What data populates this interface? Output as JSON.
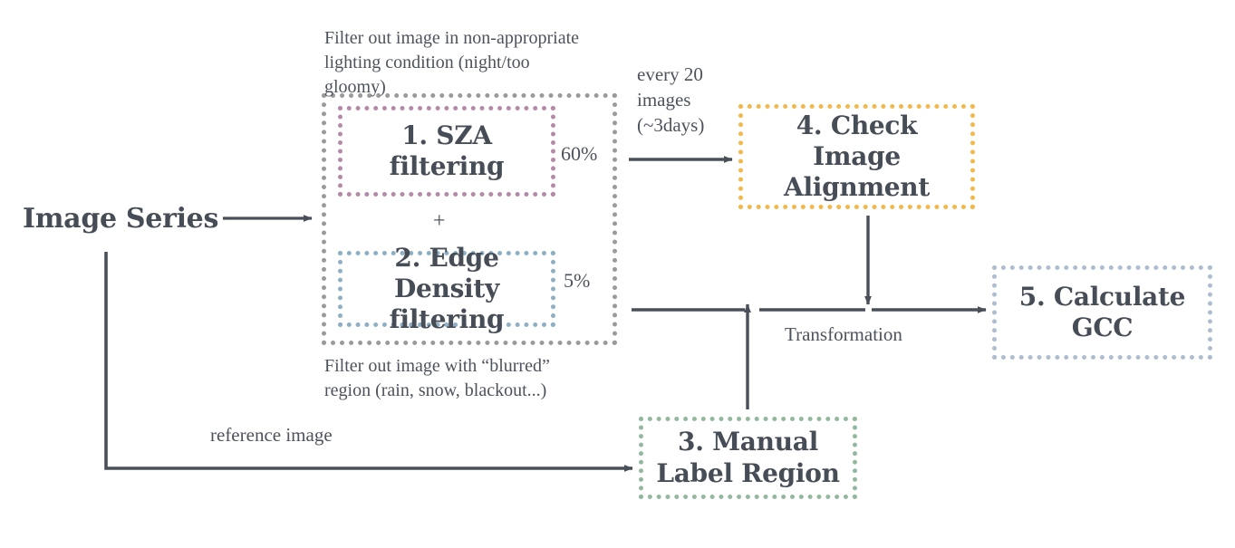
{
  "diagram": {
    "title": "Image Series Processing Pipeline",
    "background": "#ffffff",
    "arrow_color": "#4a5059",
    "text_color": "#4d535c",
    "heading_color": "#474d56"
  },
  "entry": {
    "label": "Image Series"
  },
  "group_filter": {
    "name": "filtering-group",
    "border_color": "#9a9a9a",
    "note_top": "Filter out image in non-appropriate lighting condition (night/too gloomy)",
    "note_bottom": "Filter out image with “blurred” region (rain, snow, blackout...)",
    "combiner": "+"
  },
  "nodes": [
    {
      "id": "sza",
      "label": "1. SZA filtering",
      "border_color": "#b58aa8",
      "pass_rate": "60%"
    },
    {
      "id": "edge",
      "label": "2. Edge Density filtering",
      "border_color": "#8fb0c4",
      "pass_rate": "5%"
    },
    {
      "id": "manual",
      "label": "3. Manual Label Region",
      "border_color": "#94b89f"
    },
    {
      "id": "align",
      "label": "4. Check Image Alignment",
      "border_color": "#f2b84b"
    },
    {
      "id": "gcc",
      "label": "5. Calculate GCC",
      "border_color": "#aebdd0"
    }
  ],
  "edges": {
    "series_to_filter": "",
    "filter_to_align": "every  20\nimages\n(~3days)",
    "series_to_manual": "reference image",
    "align_to_merge": "Transformation",
    "filter_to_gcc": ""
  }
}
